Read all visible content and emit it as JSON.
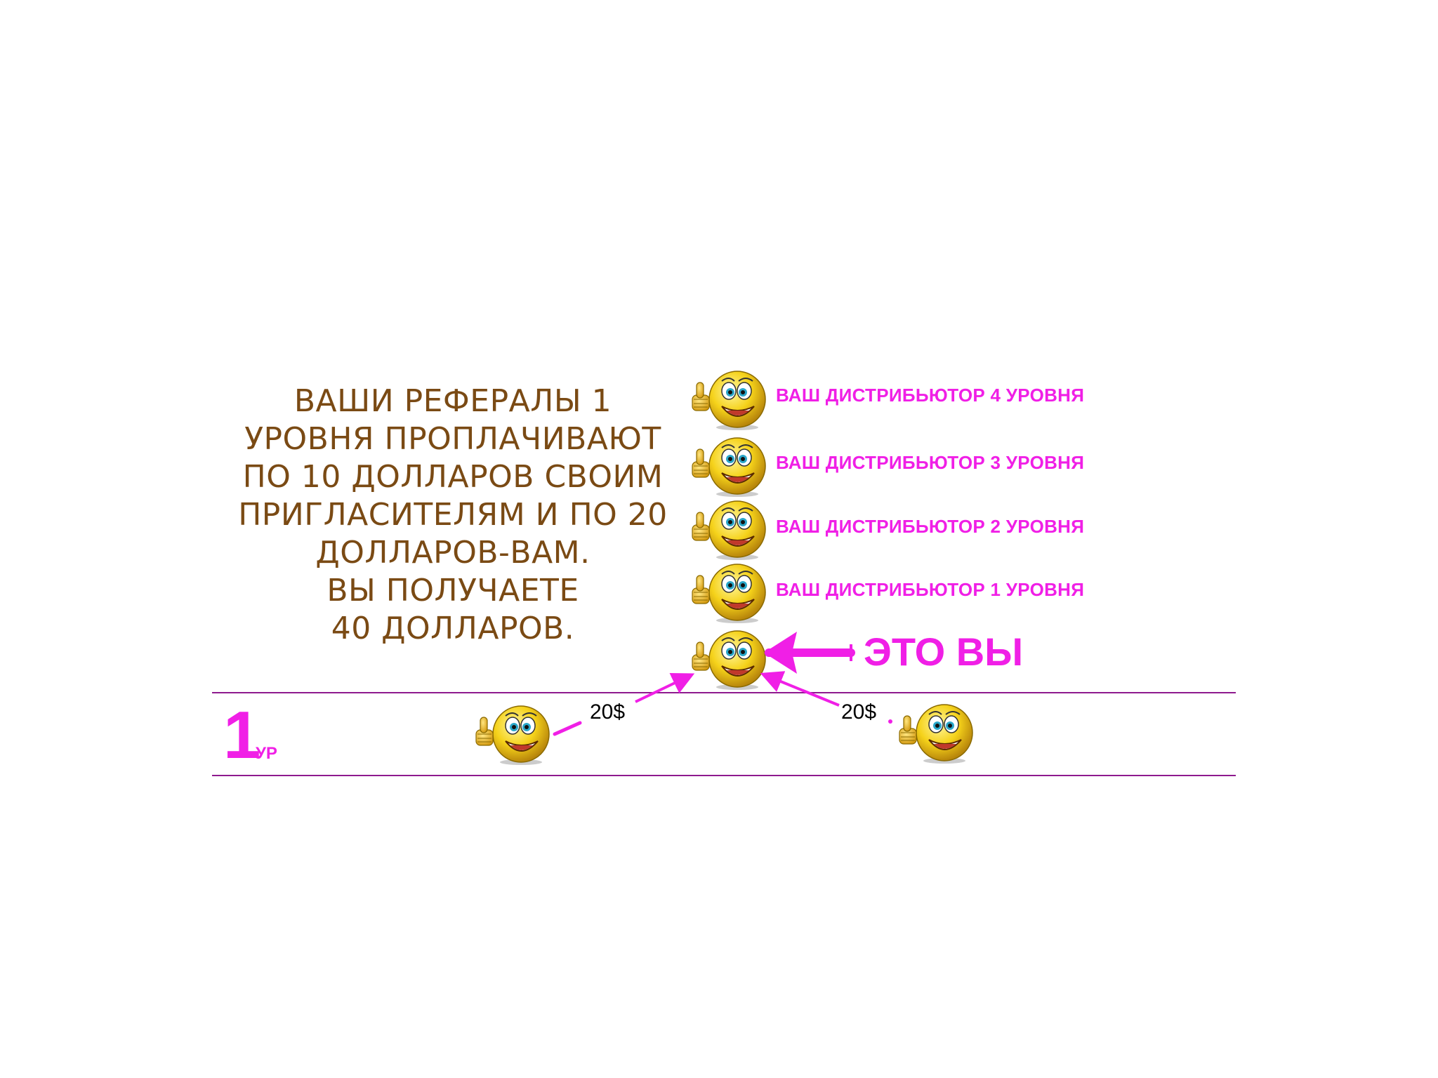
{
  "description_lines": [
    "ВАШИ РЕФЕРАЛЫ 1",
    "УРОВНЯ ПРОПЛАЧИВАЮТ",
    "ПО 10 ДОЛЛАРОВ СВОИМ",
    "ПРИГЛАСИТЕЛЯМ И ПО 20",
    "ДОЛЛАРОВ-ВАМ.",
    "ВЫ ПОЛУЧАЕТЕ",
    "40 ДОЛЛАРОВ."
  ],
  "distributors": [
    "ВАШ ДИСТРИБЬЮТОР 4 УРОВНЯ",
    "ВАШ ДИСТРИБЬЮТОР 3 УРОВНЯ",
    "ВАШ ДИСТРИБЬЮТОР 2 УРОВНЯ",
    "ВАШ ДИСТРИБЬЮТОР 1 УРОВНЯ"
  ],
  "you_label": "ЭТО ВЫ",
  "level": {
    "number": "1",
    "suffix": "УР"
  },
  "referrals": [
    {
      "amount": "20$"
    },
    {
      "amount": "20$"
    }
  ],
  "colors": {
    "text_brown": "#7a4a14",
    "accent_magenta": "#f01fe6",
    "line_purple": "#8e1a8e",
    "smiley_yellow": "#f5d21a"
  },
  "icons": [
    "smiley-thumbs-up-icon",
    "arrow-icon"
  ]
}
